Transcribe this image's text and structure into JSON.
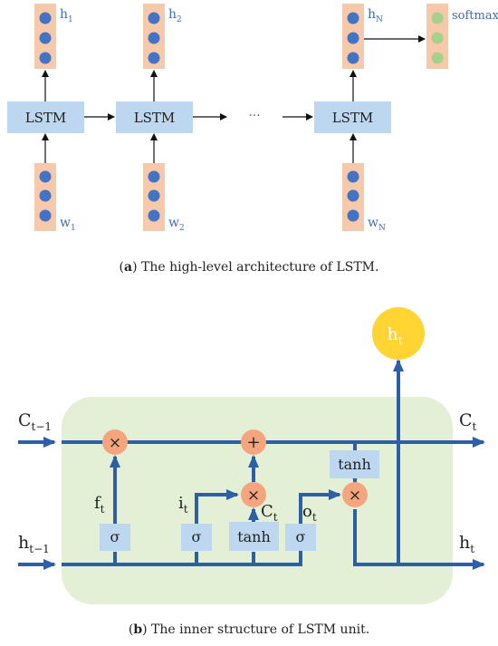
{
  "panel_a": {
    "lstm_label": "LSTM",
    "hidden_labels": [
      "h",
      "h",
      "h"
    ],
    "hidden_subs": [
      "1",
      "2",
      "N"
    ],
    "word_labels": [
      "w",
      "w",
      "w"
    ],
    "word_subs": [
      "1",
      "2",
      "N"
    ],
    "ellipsis": "···",
    "softmax_label": "softmax",
    "caption_letter": "a",
    "caption_text": " The high-level architecture of LSTM."
  },
  "panel_b": {
    "c_prev": "C",
    "c_prev_sub": "t−1",
    "h_prev": "h",
    "h_prev_sub": "t−1",
    "c_out": "C",
    "c_out_sub": "t",
    "h_out": "h",
    "h_out_sub": "t",
    "h_top": "h",
    "h_top_sub": "t",
    "f_gate": "f",
    "f_gate_sub": "t",
    "i_gate": "i",
    "i_gate_sub": "t",
    "o_gate": "o",
    "o_gate_sub": "t",
    "c_tilde": "C",
    "c_tilde_sub": "t",
    "sigma": "σ",
    "tanh": "tanh",
    "times": "×",
    "plus": "+",
    "caption_letter": "b",
    "caption_text": " The inner structure of LSTM unit."
  },
  "colors": {
    "lstm_box": "#bcd7ef",
    "vector_box": "#f5c9a9",
    "node": "#4472c4",
    "softmax_node": "#a8d08d",
    "label_blue": "#3d6fb6",
    "cell_bg": "#e3f0d6",
    "flow": "#2e5fa6",
    "gate_op": "#f4a57e",
    "output_circle": "#ffd433"
  }
}
